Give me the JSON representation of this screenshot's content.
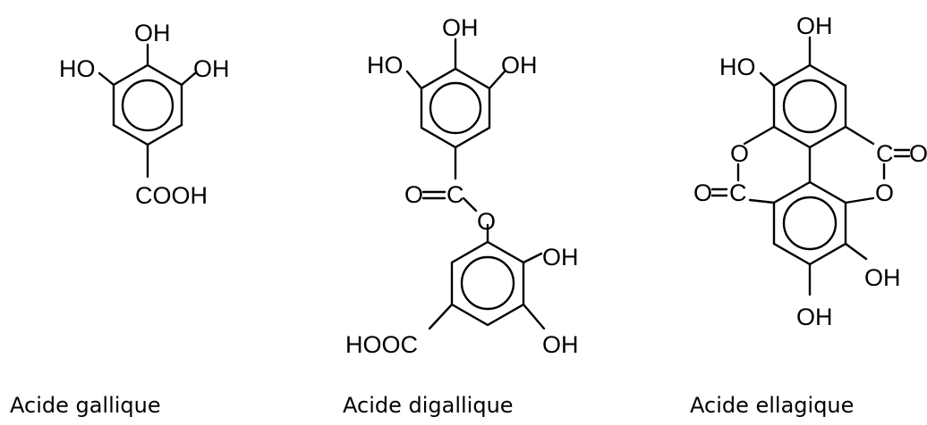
{
  "molecules": {
    "gallic": {
      "caption": "Acide gallique",
      "labels": {
        "oh_top": "OH",
        "ho_left": "HO",
        "oh_right": "OH",
        "acid": "COOH"
      }
    },
    "digallic": {
      "caption": "Acide digallique",
      "labels": {
        "oh_top": "OH",
        "ho_left": "HO",
        "oh_right": "OH",
        "carbonyl_o": "O",
        "carbonyl_c": "C",
        "ester_o": "O",
        "oh_mid": "OH",
        "oh_low": "OH",
        "acid": "HOOC"
      }
    },
    "ellagic": {
      "caption": "Acide ellagique",
      "labels": {
        "oh_top": "OH",
        "ho_left": "HO",
        "o_left": "O",
        "c_right": "C",
        "o_right_dbl": "O",
        "o_dbl_left": "O",
        "c_left": "C",
        "o_right": "O",
        "oh_right": "OH",
        "oh_bottom": "OH"
      }
    }
  }
}
